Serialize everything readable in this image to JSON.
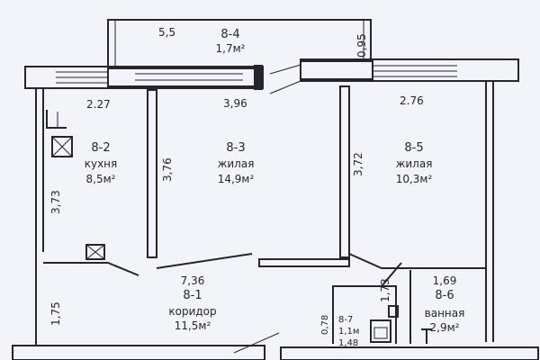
{
  "plan": {
    "balcony": {
      "id": "8-4",
      "area": "1,7м²",
      "dim_length": "5,5",
      "dim_depth": "0,95"
    },
    "kitchen": {
      "id": "8-2",
      "name": "кухня",
      "area": "8,5м²",
      "dim_width": "2.27",
      "dim_height": "3,73"
    },
    "living1": {
      "id": "8-3",
      "name": "жилая",
      "area": "14,9м²",
      "dim_width": "3,96",
      "dim_height": "3,76"
    },
    "living2": {
      "id": "8-5",
      "name": "жилая",
      "area": "10,3м²",
      "dim_width": "2.76",
      "dim_height": "3,72"
    },
    "corridor": {
      "id": "8-1",
      "name": "коридор",
      "area": "11,5м²",
      "dim_width": "7,36",
      "dim_height": "1,75"
    },
    "wc": {
      "id": "8-7",
      "area": "1,1м",
      "dim_width": "1,48",
      "dim_height": "0,78"
    },
    "bath": {
      "id": "8-6",
      "name": "ванная",
      "area": "2,9м²",
      "dim_width": "1,69",
      "dim_height": "1,73"
    }
  }
}
